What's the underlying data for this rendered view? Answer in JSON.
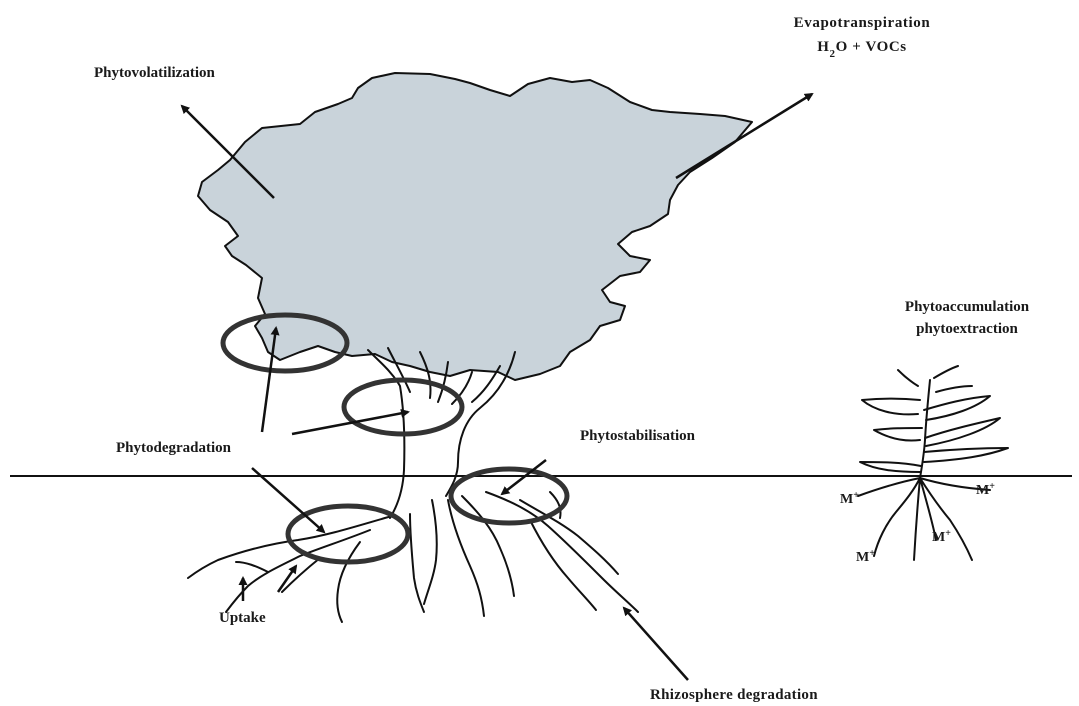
{
  "labels": {
    "phytovolatilization": "Phytovolatilization",
    "evapotranspiration": "Evapotranspiration",
    "evap_formula_h": "H",
    "evap_formula_sub": "2",
    "evap_formula_rest": "O + VOCs",
    "phytoaccumulation": "Phytoaccumulation",
    "phytoextraction": "phytoextraction",
    "phytodegradation": "Phytodegradation",
    "phytostabilisation": "Phytostabilisation",
    "uptake": "Uptake",
    "rhizosphere_degradation": "Rhizosphere degradation",
    "metal_ion": "M",
    "metal_charge": "+"
  },
  "colors": {
    "canopy_fill": "#c9d3da",
    "ink": "#111111",
    "circle_stroke": "#333333"
  }
}
